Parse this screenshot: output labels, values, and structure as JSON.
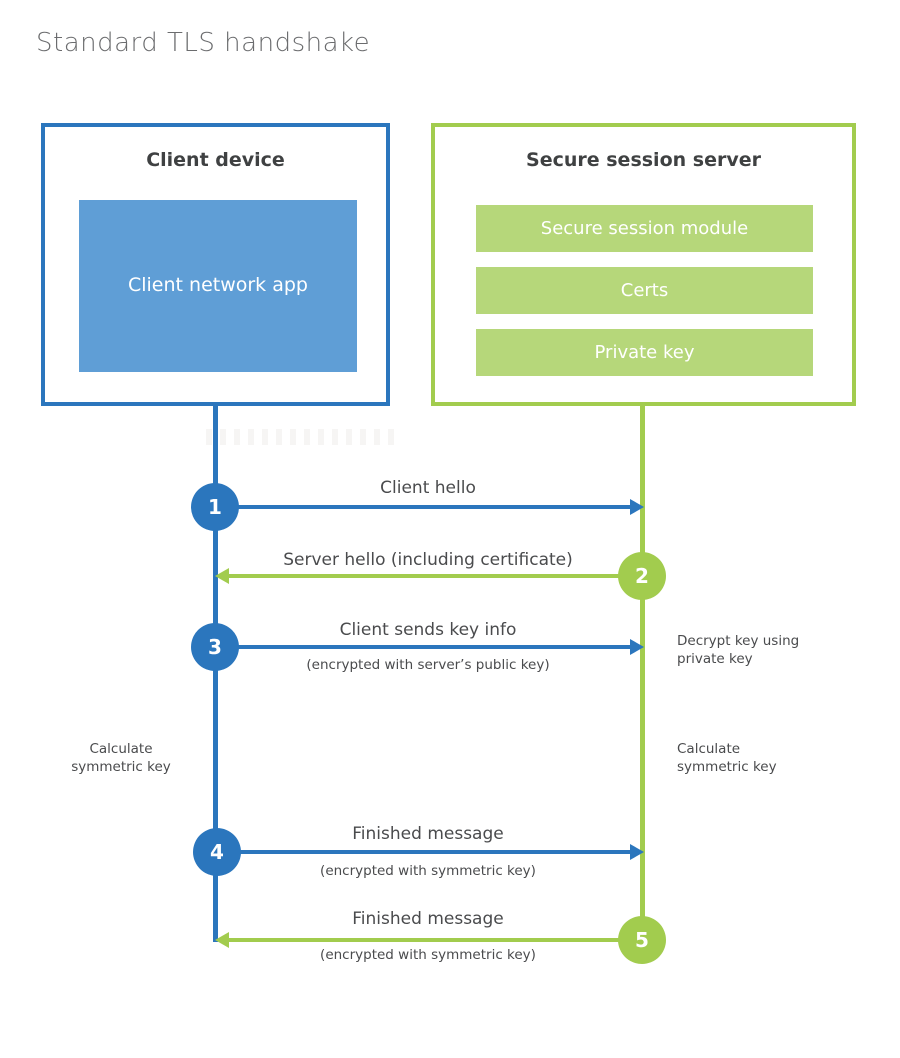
{
  "title": "Standard TLS handshake",
  "colors": {
    "blue": "#2b76bd",
    "blue_fill": "#5f9ed6",
    "green": "#a2cc4e",
    "green_fill": "#b6d77a"
  },
  "client": {
    "title": "Client device",
    "app_label": "Client network app"
  },
  "server": {
    "title": "Secure session server",
    "modules": [
      "Secure session module",
      "Certs",
      "Private key"
    ]
  },
  "messages": [
    {
      "num": "1",
      "label": "Client hello",
      "sublabel": "",
      "direction": "right",
      "color": "blue"
    },
    {
      "num": "2",
      "label": "Server hello (including certificate)",
      "sublabel": "",
      "direction": "left",
      "color": "green"
    },
    {
      "num": "3",
      "label": "Client sends key info",
      "sublabel": "(encrypted with server’s public key)",
      "direction": "right",
      "color": "blue"
    },
    {
      "num": "4",
      "label": "Finished message",
      "sublabel": "(encrypted with symmetric key)",
      "direction": "right",
      "color": "blue"
    },
    {
      "num": "5",
      "label": "Finished message",
      "sublabel": "(encrypted with symmetric key)",
      "direction": "left",
      "color": "green"
    }
  ],
  "notes": {
    "decrypt": {
      "line1": "Decrypt key using",
      "line2": "private key"
    },
    "calc": {
      "line1": "Calculate",
      "line2": "symmetric key"
    }
  }
}
